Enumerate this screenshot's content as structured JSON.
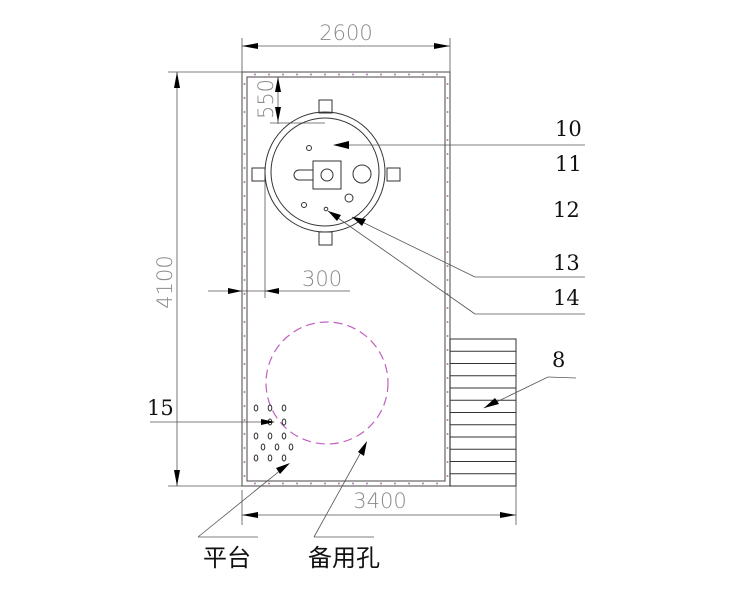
{
  "drawing": {
    "type": "plan-view",
    "dimensions": {
      "top_width": "2600",
      "top_offset": "550",
      "height": "4100",
      "side_offset": "300",
      "bottom_width": "3400"
    },
    "callouts": [
      "10",
      "11",
      "12",
      "13",
      "14",
      "15",
      "8"
    ],
    "labels": {
      "platform": "平台",
      "spare_hole": "备用孔"
    },
    "colors": {
      "line": "#333333",
      "dimension_text": "#8a8a8a",
      "wall_dots": "#b07ab0",
      "spare_hole_dashed": "#c060c0"
    }
  }
}
